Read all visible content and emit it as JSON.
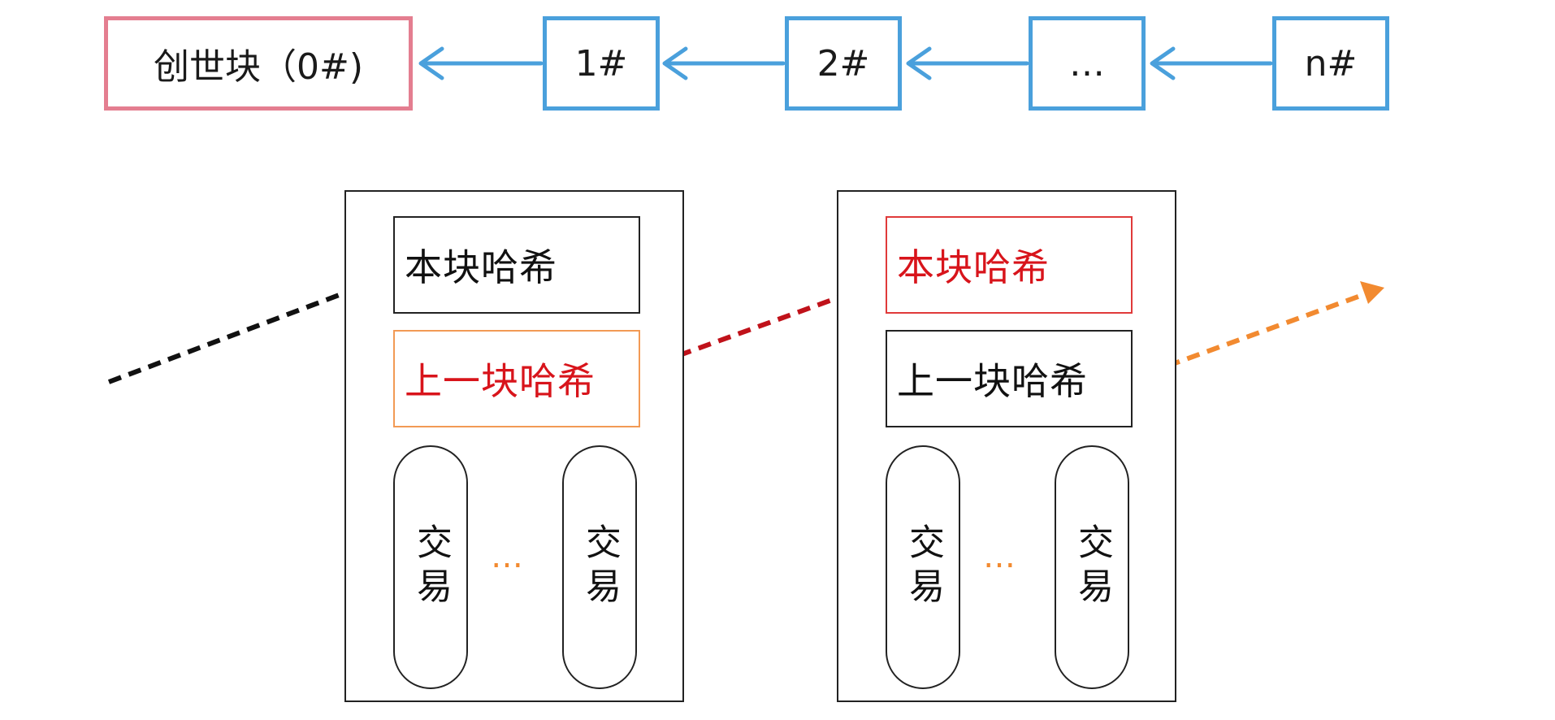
{
  "chain": {
    "genesis_label": "创世块（0#)",
    "blocks": [
      "1#",
      "2#",
      "…",
      "n#"
    ],
    "colors": {
      "genesis_border": "#e47e90",
      "block_border": "#4aa0dc",
      "arrow": "#4aa0dc"
    }
  },
  "block_detail": {
    "left": {
      "hash_label": "本块哈希",
      "prev_hash_label": "上一块哈希",
      "tx_label": "交易",
      "tx_dots": "…"
    },
    "right": {
      "hash_label": "本块哈希",
      "prev_hash_label": "上一块哈希",
      "tx_label": "交易",
      "tx_dots": "…"
    },
    "colors": {
      "highlight_red": "#d8141b",
      "link_black": "#111111",
      "link_red": "#c0121a",
      "link_orange": "#f28a30",
      "border_orange": "#f29a55"
    }
  }
}
